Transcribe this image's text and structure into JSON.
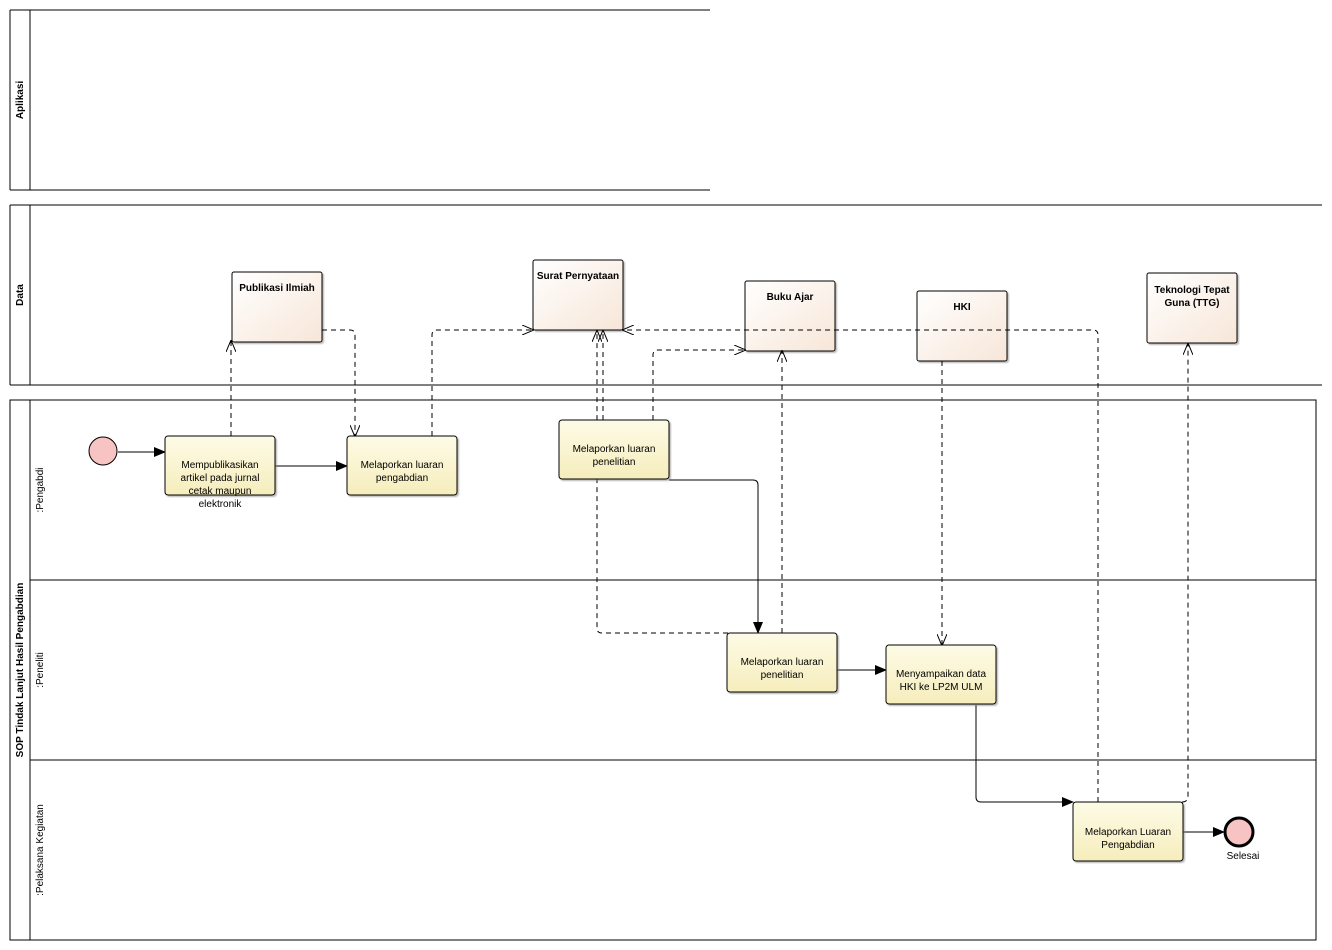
{
  "pools": {
    "aplikasi": "Aplikasi",
    "data": "Data",
    "main": "SOP Tindak Lanjut Hasil Pengabdian"
  },
  "lanes": {
    "pengabdi": ":Pengabdi",
    "peneliti": ":Peneliti",
    "pelaksana": ":Pelaksana Kegiatan"
  },
  "data_objects": {
    "publikasi": "Publikasi Ilmiah",
    "surat": "Surat Pernyataan",
    "buku": "Buku Ajar",
    "hki": "HKI",
    "ttg": [
      "Teknologi Tepat",
      "Guna (TTG)"
    ]
  },
  "tasks": {
    "t1": [
      "Mempublikasikan",
      "artikel pada jurnal",
      "cetak maupun",
      "elektronik"
    ],
    "t2": [
      "Melaporkan luaran",
      "pengabdian"
    ],
    "t3": [
      "Melaporkan luaran",
      "penelitian"
    ],
    "t4": [
      "Melaporkan luaran",
      "penelitian"
    ],
    "t5": [
      "Menyampaikan data",
      "HKI ke LP2M ULM"
    ],
    "t6": [
      "Melaporkan Luaran",
      "Pengabdian"
    ]
  },
  "events": {
    "end_label": "Selesai"
  },
  "colors": {
    "task_fill": "#fbf6cf",
    "data_fill": "#fdf4ec",
    "start_fill": "#f8c3c3",
    "end_fill": "#f8c3c3",
    "stroke": "#000000"
  }
}
